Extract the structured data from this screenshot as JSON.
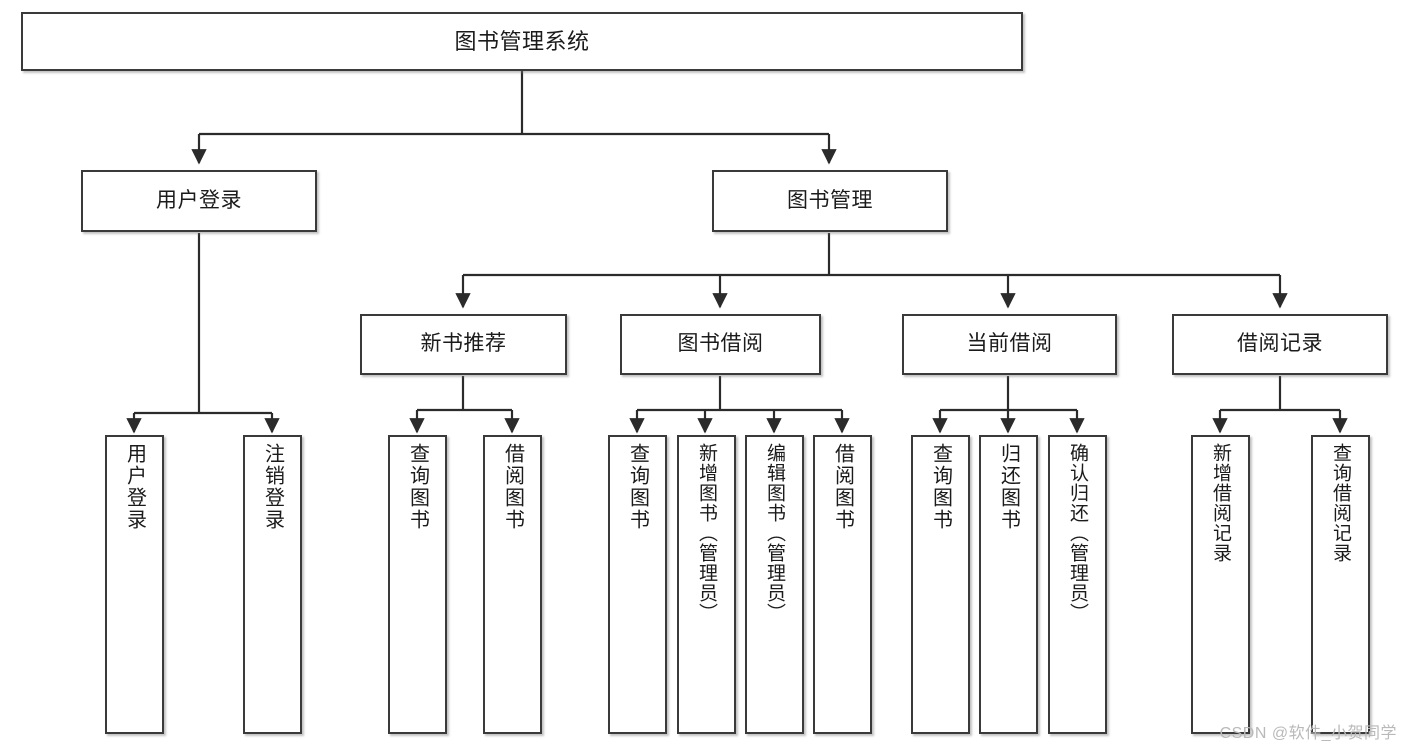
{
  "diagram": {
    "type": "tree",
    "title": "图书管理系统",
    "watermark": "CSDN @软件_小贺同学",
    "colors": {
      "box_border": "#3a3a3a",
      "box_fill": "#ffffff",
      "edge": "#2b2b2b",
      "text": "#1b1b1b",
      "watermark": "#b9b9b9"
    },
    "nodes": {
      "root": {
        "label": "图书管理系统"
      },
      "level2": [
        {
          "id": "user-login",
          "label": "用户登录"
        },
        {
          "id": "book-manage",
          "label": "图书管理"
        }
      ],
      "level3": [
        {
          "id": "new-book-recommend",
          "label": "新书推荐"
        },
        {
          "id": "book-borrow",
          "label": "图书借阅"
        },
        {
          "id": "current-borrow",
          "label": "当前借阅"
        },
        {
          "id": "borrow-record",
          "label": "借阅记录"
        }
      ],
      "leaves": {
        "user_login": [
          {
            "id": "leaf-user-login",
            "label": "用户登录"
          },
          {
            "id": "leaf-logout",
            "label": "注销登录"
          }
        ],
        "new_book_recommend": [
          {
            "id": "leaf-query-book-1",
            "label": "查询图书"
          },
          {
            "id": "leaf-borrow-book-1",
            "label": "借阅图书"
          }
        ],
        "book_borrow": [
          {
            "id": "leaf-query-book-2",
            "label": "查询图书"
          },
          {
            "id": "leaf-add-book",
            "label": "新增图书（管理员）"
          },
          {
            "id": "leaf-edit-book",
            "label": "编辑图书（管理员）"
          },
          {
            "id": "leaf-borrow-book-2",
            "label": "借阅图书"
          }
        ],
        "current_borrow": [
          {
            "id": "leaf-query-book-3",
            "label": "查询图书"
          },
          {
            "id": "leaf-return-book",
            "label": "归还图书"
          },
          {
            "id": "leaf-confirm-return",
            "label": "确认归还（管理员）"
          }
        ],
        "borrow_record": [
          {
            "id": "leaf-add-record",
            "label": "新增借阅记录"
          },
          {
            "id": "leaf-query-record",
            "label": "查询借阅记录"
          }
        ]
      }
    },
    "edges": [
      {
        "from": "图书管理系统",
        "to": "用户登录"
      },
      {
        "from": "图书管理系统",
        "to": "图书管理"
      },
      {
        "from": "用户登录",
        "to": "用户登录"
      },
      {
        "from": "用户登录",
        "to": "注销登录"
      },
      {
        "from": "图书管理",
        "to": "新书推荐"
      },
      {
        "from": "图书管理",
        "to": "图书借阅"
      },
      {
        "from": "图书管理",
        "to": "当前借阅"
      },
      {
        "from": "图书管理",
        "to": "借阅记录"
      },
      {
        "from": "新书推荐",
        "to": "查询图书"
      },
      {
        "from": "新书推荐",
        "to": "借阅图书"
      },
      {
        "from": "图书借阅",
        "to": "查询图书"
      },
      {
        "from": "图书借阅",
        "to": "新增图书（管理员）"
      },
      {
        "from": "图书借阅",
        "to": "编辑图书（管理员）"
      },
      {
        "from": "图书借阅",
        "to": "借阅图书"
      },
      {
        "from": "当前借阅",
        "to": "查询图书"
      },
      {
        "from": "当前借阅",
        "to": "归还图书"
      },
      {
        "from": "当前借阅",
        "to": "确认归还（管理员）"
      },
      {
        "from": "借阅记录",
        "to": "新增借阅记录"
      },
      {
        "from": "借阅记录",
        "to": "查询借阅记录"
      }
    ]
  }
}
